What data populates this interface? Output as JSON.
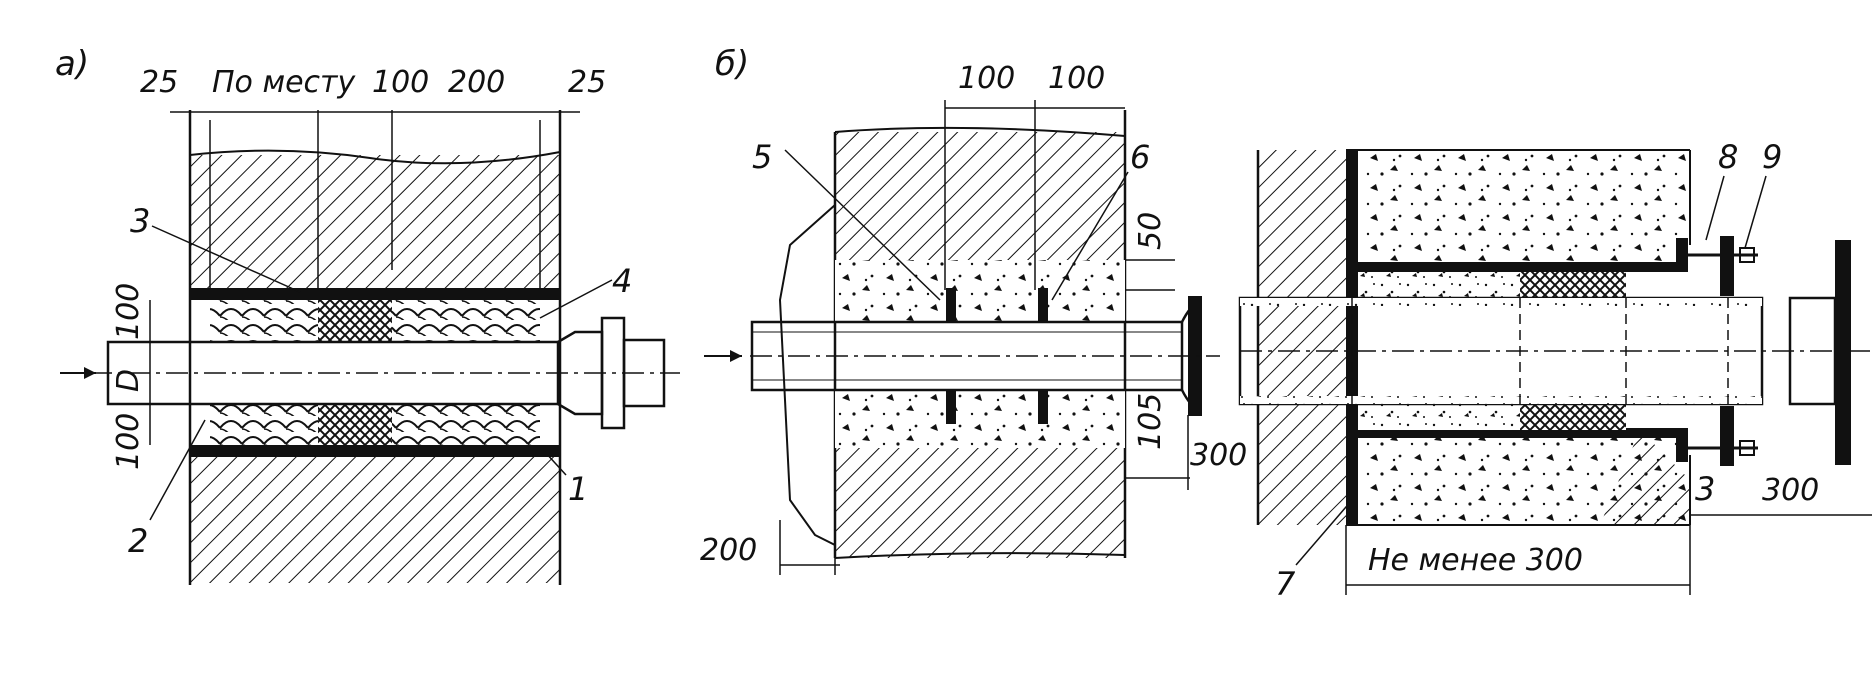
{
  "panels": {
    "a": {
      "label": "а)",
      "dims_top": [
        "25",
        "По месту",
        "100",
        "200",
        "25"
      ],
      "dims_left": [
        "100",
        "D",
        "100"
      ],
      "callouts": [
        "3",
        "4",
        "2",
        "1"
      ]
    },
    "b": {
      "label": "б)",
      "dims_top": [
        "100",
        "100"
      ],
      "dims_right": [
        "50",
        "105",
        "300"
      ],
      "dims_bottom": [
        "200"
      ],
      "callouts": [
        "5",
        "6"
      ]
    },
    "c": {
      "callouts": [
        "8",
        "9",
        "3",
        "7"
      ],
      "dims": [
        "300"
      ],
      "note": "Не менее 300"
    }
  },
  "colors": {
    "ink": "#111111",
    "paper": "#ffffff"
  }
}
